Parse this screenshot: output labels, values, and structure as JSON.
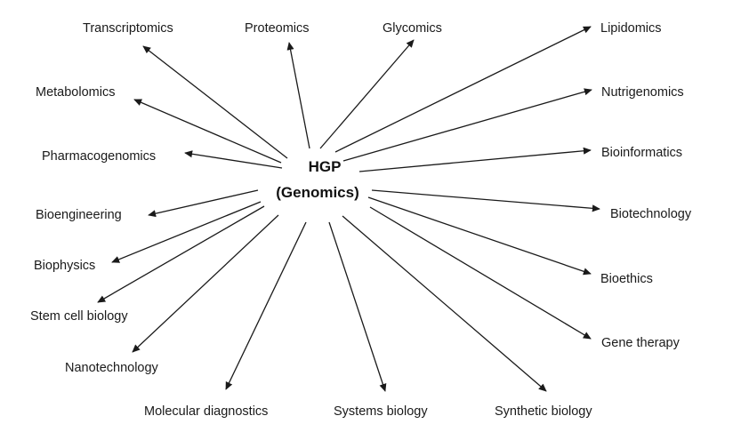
{
  "hub": {
    "line1": "HGP",
    "line2": "(Genomics)"
  },
  "nodes": [
    "Transcriptomics",
    "Proteomics",
    "Glycomics",
    "Lipidomics",
    "Metabolomics",
    "Nutrigenomics",
    "Pharmacogenomics",
    "Bioinformatics",
    "Bioengineering",
    "Biotechnology",
    "Biophysics",
    "Bioethics",
    "Stem cell biology",
    "Gene therapy",
    "Nanotechnology",
    "Molecular diagnostics",
    "Systems biology",
    "Synthetic biology"
  ]
}
